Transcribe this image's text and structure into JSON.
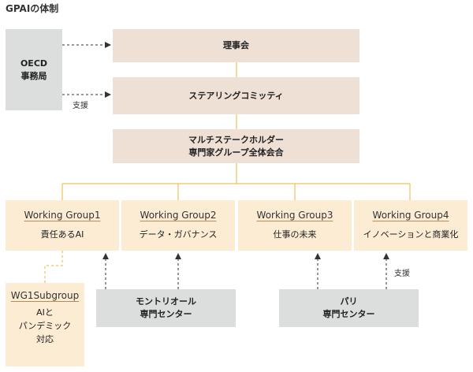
{
  "title": "GPAIの体制",
  "boxes": {
    "oecd": [
      "OECD",
      "事務局"
    ],
    "council": "理事会",
    "steering": "ステアリングコミッティ",
    "mpe": [
      "マルチステークホルダー",
      "専門家グループ全体会合"
    ],
    "montreal": [
      "モントリオール",
      "専門センター"
    ],
    "paris": [
      "パリ",
      "専門センター"
    ]
  },
  "working_groups": [
    {
      "name": "Working Group1",
      "topic": "責任あるAI"
    },
    {
      "name": "Working Group2",
      "topic": "データ・ガバナンス"
    },
    {
      "name": "Working Group3",
      "topic": "仕事の未来"
    },
    {
      "name": "Working Group4",
      "topic": "イノベーションと商業化"
    }
  ],
  "subgroup": {
    "name": "WG1Subgroup",
    "topic": [
      "AIと",
      "パンデミック",
      "対応"
    ]
  },
  "labels": {
    "support_oecd": "支援",
    "support_paris": "支援"
  },
  "colors": {
    "beige": "#efe0d5",
    "gray": "#dcdddd",
    "yellow": "#fdecd4",
    "line": "#f0c05a",
    "dash": "#333333"
  }
}
